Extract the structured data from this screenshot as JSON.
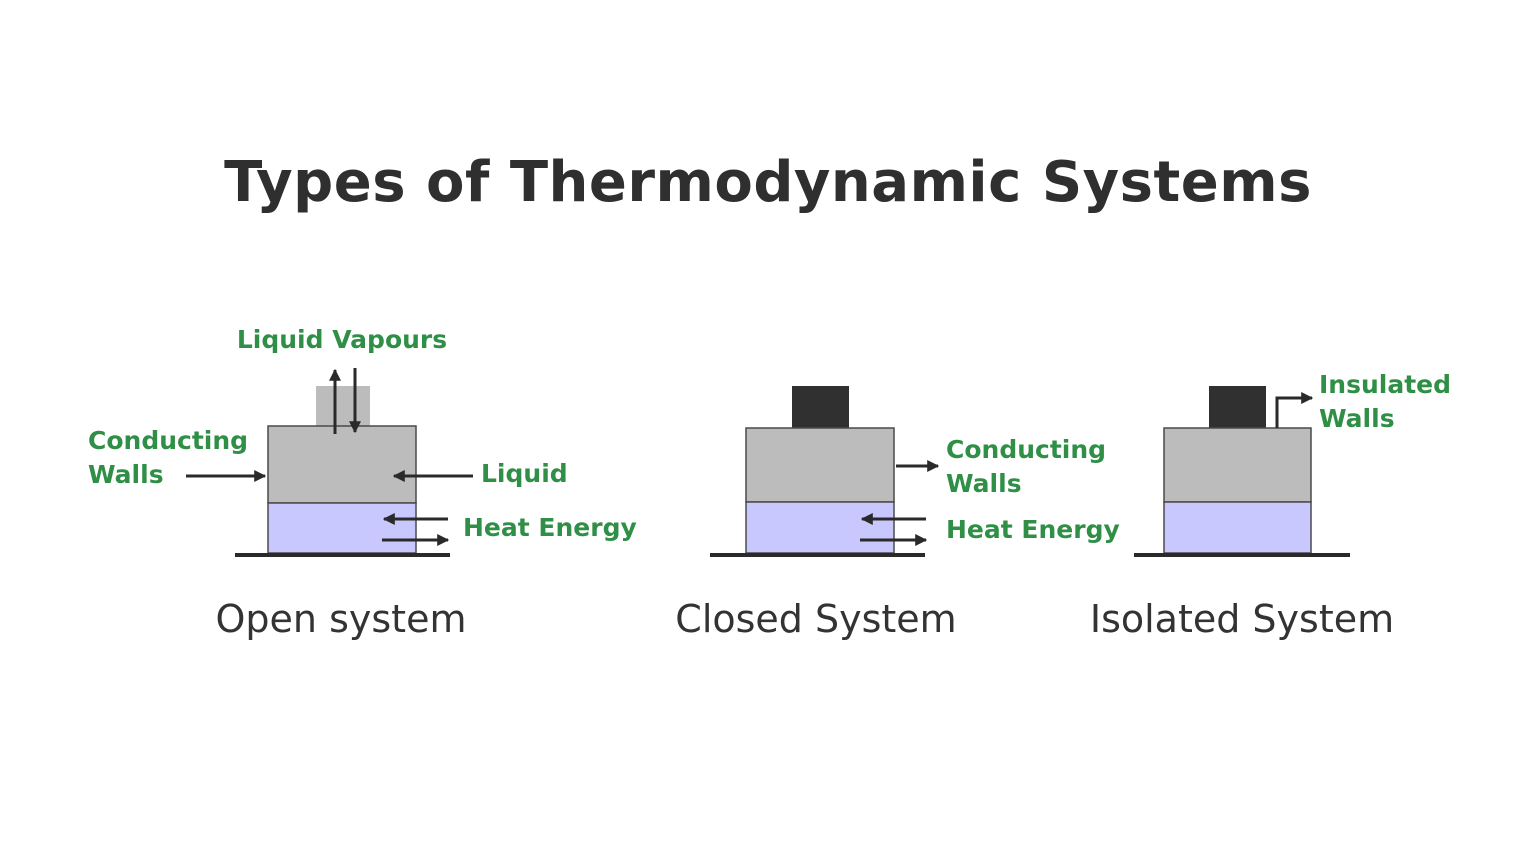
{
  "title": "Types of Thermodynamic Systems",
  "open_system": {
    "caption": "Open system",
    "label_vapours": "Liquid Vapours",
    "label_conducting_line1": "Conducting",
    "label_conducting_line2": "Walls",
    "label_liquid": "Liquid",
    "label_heat": "Heat Energy"
  },
  "closed_system": {
    "caption": "Closed System",
    "label_conducting_line1": "Conducting",
    "label_conducting_line2": "Walls",
    "label_heat": "Heat Energy"
  },
  "isolated_system": {
    "caption": "Isolated System",
    "label_insulated_line1": "Insulated",
    "label_insulated_line2": "Walls"
  },
  "colors": {
    "label_green": "#2f8f46",
    "wall_gray": "#bcbcbc",
    "liquid_lavender": "#c8c8ff",
    "lid_dark": "#303030",
    "text_dark": "#2f2f2f"
  }
}
